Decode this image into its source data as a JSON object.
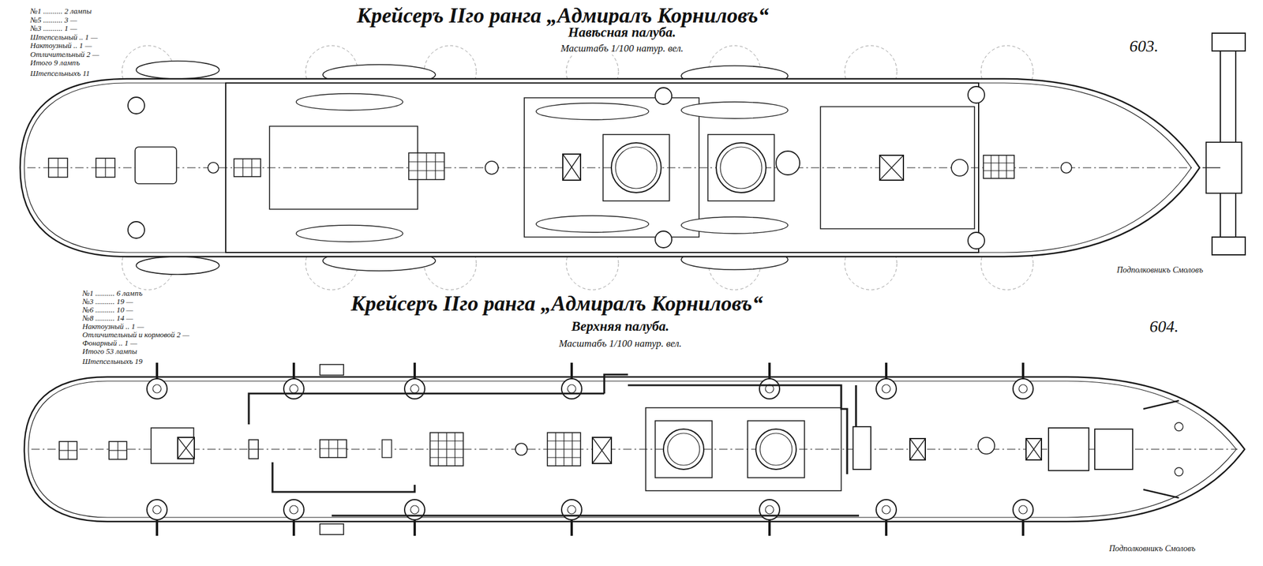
{
  "diagram": {
    "title": "Крейсеръ IIго ранга „Адмиралъ Корниловъ“",
    "labels": [
      "Навѣсная палуба.",
      "Масштабъ 1/100 натур. вел.",
      "603.",
      "№1 .......... 2 лампы",
      "№5 .......... 3 —",
      "№3 .......... 1 —",
      "Штепсельный .. 1 —",
      "Нактоузный .. 1 —",
      "Отличительный 2 —",
      "Итого 9 лампъ",
      "Штепсельныхъ 11",
      "Подполковникъ Смоловъ",
      "Крейсеръ IIго ранга „Адмиралъ Корниловъ“",
      "Верхняя палуба.",
      "Масштабъ 1/100 натур. вел.",
      "604.",
      "№1 .......... 6 лампъ",
      "№3 .......... 19 —",
      "№6 .......... 10 —",
      "№8 .......... 14 —",
      "Нактоузный .. 1 —",
      "Отличительный и кормовой 2 —",
      "Фонарный .. 1 —",
      "Итого 53 лампы",
      "Штепсельныхъ 19",
      "Подполковникъ Смоловъ"
    ]
  }
}
